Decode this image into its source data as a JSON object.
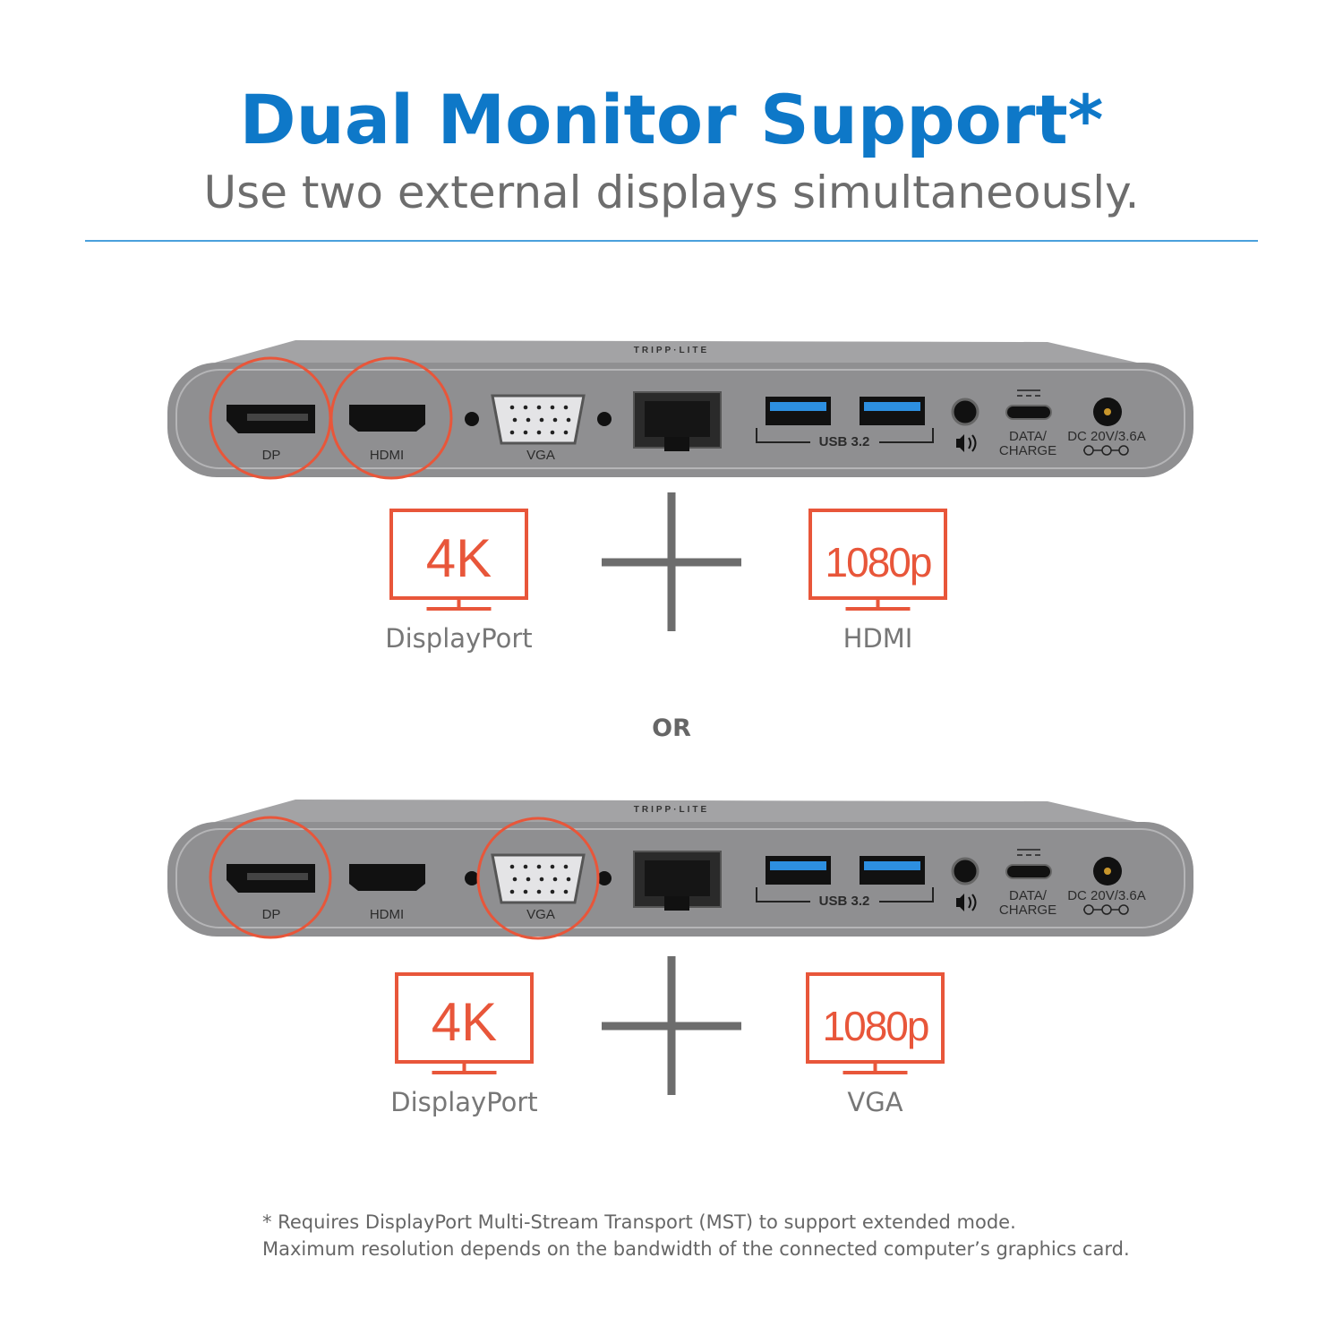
{
  "header": {
    "title": "Dual Monitor Support*",
    "subtitle": "Use two external displays simultaneously.",
    "title_color": "#0e78c8",
    "divider_color": "#4aa0dc"
  },
  "dock_labels": {
    "dp": "DP",
    "hdmi": "HDMI",
    "vga": "VGA",
    "usb": "USB 3.2",
    "data1": "DATA/",
    "data2": "CHARGE",
    "dc": "DC 20V/3.6A",
    "brand": "TRIPP·LITE"
  },
  "configurations": [
    {
      "highlighted_ports": [
        "dp",
        "hdmi"
      ],
      "left_monitor": {
        "resolution": "4K",
        "port": "DisplayPort"
      },
      "right_monitor": {
        "resolution": "1080p",
        "port": "HDMI"
      }
    },
    {
      "highlighted_ports": [
        "dp",
        "vga"
      ],
      "left_monitor": {
        "resolution": "4K",
        "port": "DisplayPort"
      },
      "right_monitor": {
        "resolution": "1080p",
        "port": "VGA"
      }
    }
  ],
  "separator": "OR",
  "footnote": {
    "line1": "* Requires DisplayPort Multi-Stream Transport (MST) to support extended mode.",
    "line2": "Maximum resolution depends on the bandwidth of the connected computer’s graphics card."
  },
  "colors": {
    "accent": "#e8563a",
    "plus": "#6d6d6d",
    "dock": "#8f8f91"
  }
}
